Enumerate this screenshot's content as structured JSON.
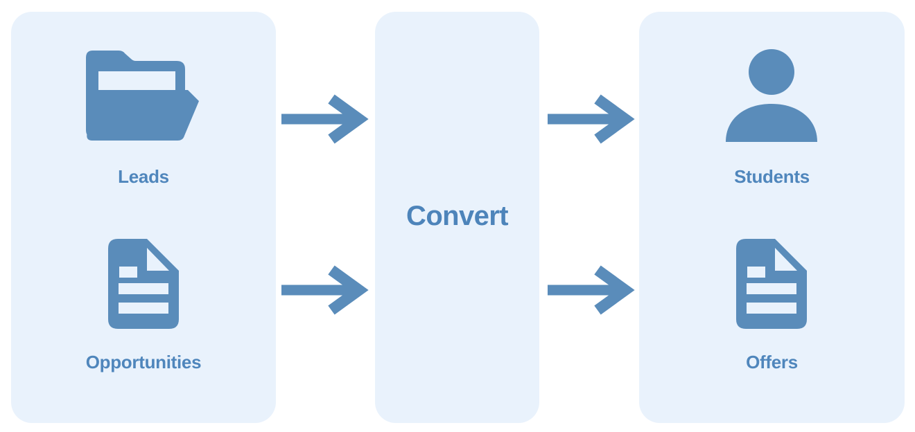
{
  "diagram": {
    "background_color": "#ffffff",
    "panel_background_color": "#e9f2fc",
    "icon_color": "#5a8cba",
    "label_color": "#4f86bc",
    "left_panel": {
      "items": [
        {
          "icon": "folder-icon",
          "label": "Leads"
        },
        {
          "icon": "document-icon",
          "label": "Opportunities"
        }
      ]
    },
    "center_panel": {
      "title": "Convert"
    },
    "right_panel": {
      "items": [
        {
          "icon": "person-icon",
          "label": "Students"
        },
        {
          "icon": "document-icon",
          "label": "Offers"
        }
      ]
    },
    "arrows": {
      "count": 4,
      "direction": "right",
      "icon": "arrow-right-icon"
    }
  }
}
